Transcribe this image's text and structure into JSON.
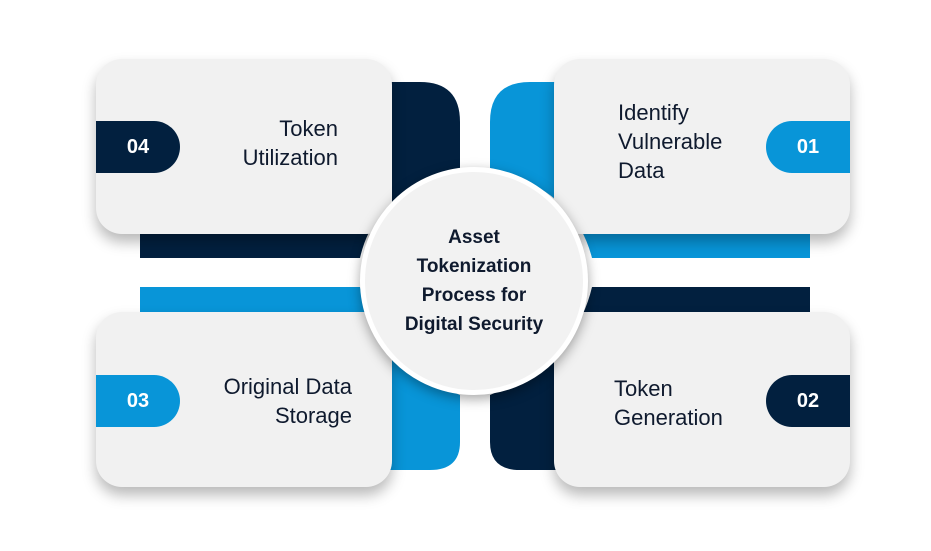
{
  "title": "Asset\nTokenization\nProcess for\nDigital Security",
  "colors": {
    "navy": "#02203f",
    "blue": "#0895d8",
    "card": "#f1f1f1",
    "text": "#0f1a2e"
  },
  "steps": [
    {
      "number": "01",
      "label": "Identify\nVulnerable\nData",
      "color": "blue"
    },
    {
      "number": "02",
      "label": "Token\nGeneration",
      "color": "navy"
    },
    {
      "number": "03",
      "label": "Original Data\nStorage",
      "color": "blue"
    },
    {
      "number": "04",
      "label": "Token\nUtilization",
      "color": "navy"
    }
  ]
}
